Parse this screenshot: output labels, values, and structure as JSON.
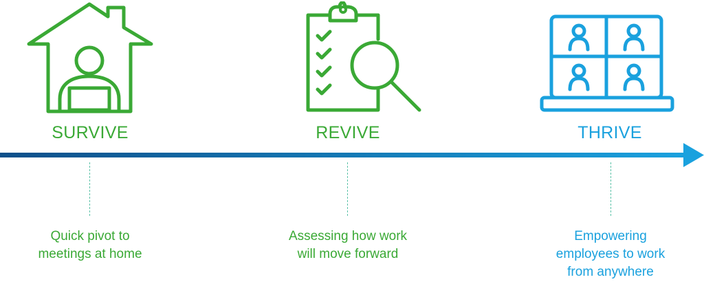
{
  "stages": [
    {
      "title": "SURVIVE",
      "icon": "house-person-icon",
      "color": "#3aa935",
      "description": [
        "Quick pivot to",
        "meetings at home"
      ]
    },
    {
      "title": "REVIVE",
      "icon": "clipboard-magnifier-icon",
      "color": "#3aa935",
      "description": [
        "Assessing how work",
        "will move forward"
      ]
    },
    {
      "title": "THRIVE",
      "icon": "laptop-video-call-icon",
      "color": "#1aa1de",
      "description": [
        "Empowering",
        "employees to work",
        "from anywhere"
      ]
    }
  ],
  "colors": {
    "timeline_start": "#0c4f8a",
    "timeline_end": "#1aa1de",
    "connector": "#5cc2a8"
  }
}
